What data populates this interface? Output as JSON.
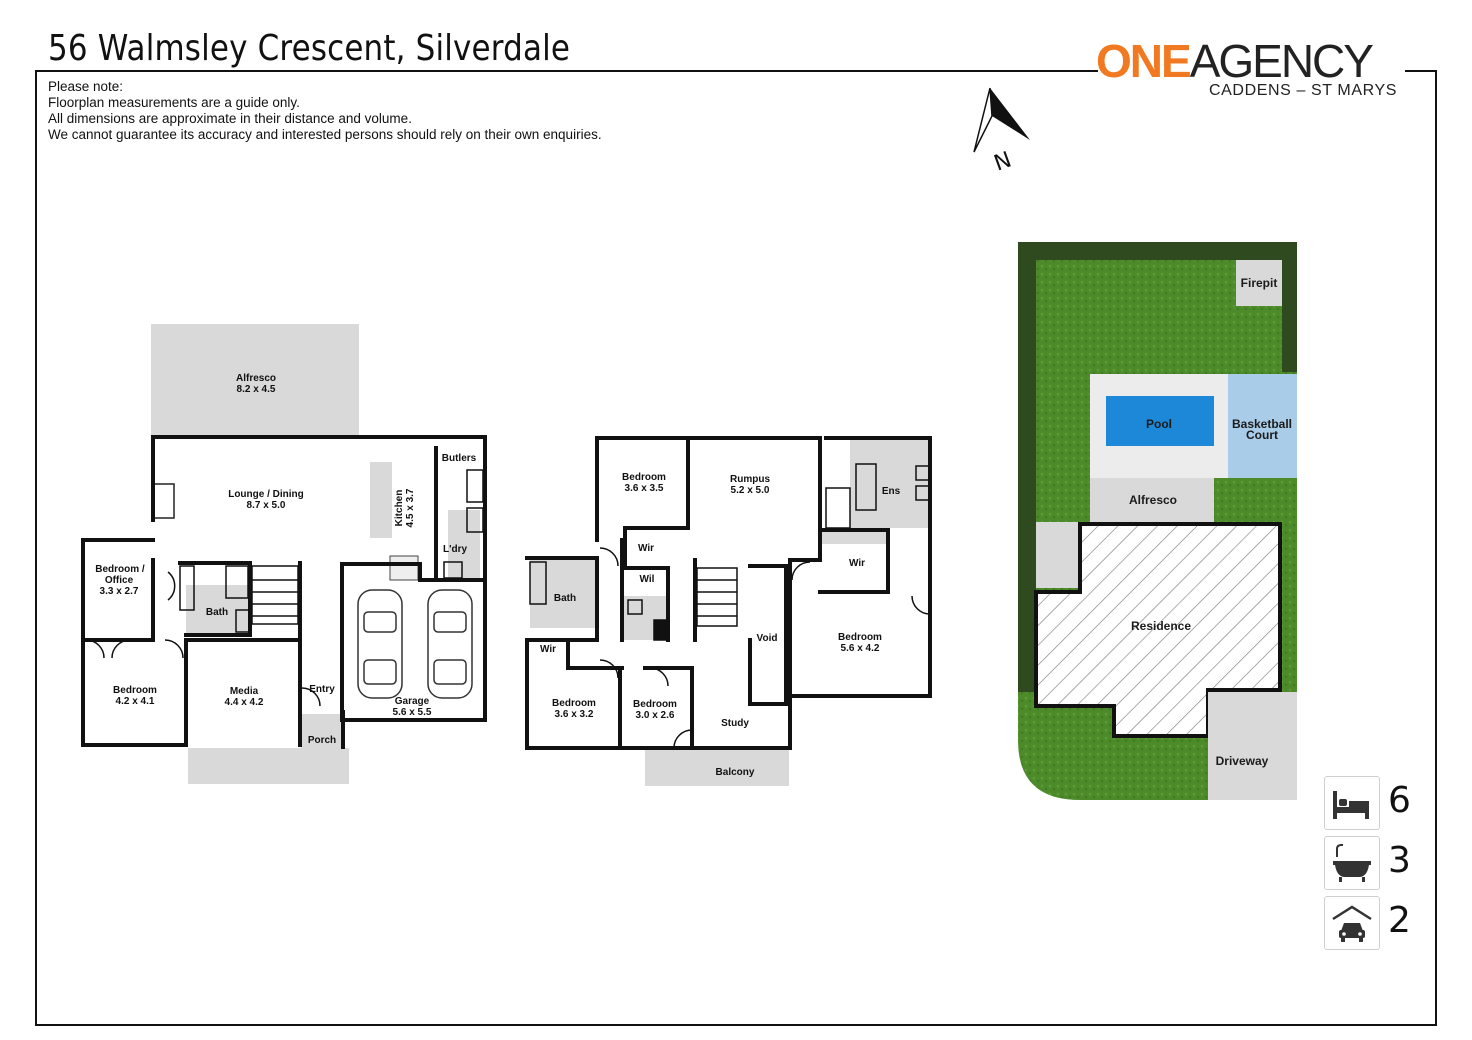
{
  "header": {
    "address": "56 Walmsley Crescent, Silverdale"
  },
  "notes": {
    "line1": "Please note:",
    "line2": "Floorplan measurements are a guide only.",
    "line3": "All dimensions are approximate in their distance and volume.",
    "line4": "We cannot guarantee its accuracy and interested persons should rely on their own enquiries."
  },
  "logo": {
    "word1": "ONE",
    "word2": "AGENCY",
    "subtitle": "CADDENS – ST MARYS",
    "brand_color": "#f07921"
  },
  "compass": {
    "letter": "N"
  },
  "ground_floor": {
    "alfresco": [
      "Alfresco",
      "8.2 x 4.5"
    ],
    "lounge": [
      "Lounge / Dining",
      "8.7 x 5.0"
    ],
    "butlers": "Butlers",
    "kitchen": [
      "Kitchen",
      "4.5 x 3.7"
    ],
    "laundry": "L'dry",
    "bedroom_office": [
      "Bedroom /",
      "Office",
      "3.3 x 2.7"
    ],
    "bath": "Bath",
    "bedroom": [
      "Bedroom",
      "4.2 x 4.1"
    ],
    "media": [
      "Media",
      "4.4 x 4.2"
    ],
    "entry": "Entry",
    "garage": [
      "Garage",
      "5.6 x 5.5"
    ],
    "porch": "Porch"
  },
  "first_floor": {
    "bedroom1": [
      "Bedroom",
      "3.6 x 3.5"
    ],
    "rumpus": [
      "Rumpus",
      "5.2 x 5.0"
    ],
    "ens": "Ens",
    "wir_a": "Wir",
    "wil": "Wil",
    "wir_b": "Wir",
    "bath": "Bath",
    "wir_c": "Wir",
    "void": "Void",
    "bedroom_master": [
      "Bedroom",
      "5.6 x 4.2"
    ],
    "bedroom2": [
      "Bedroom",
      "3.6 x 3.2"
    ],
    "bedroom3": [
      "Bedroom",
      "3.0 x 2.6"
    ],
    "study": "Study",
    "balcony": "Balcony"
  },
  "site_plan": {
    "firepit": "Firepit",
    "pool": "Pool",
    "basketball": [
      "Basketball",
      "Court"
    ],
    "alfresco": "Alfresco",
    "residence": "Residence",
    "driveway": "Driveway",
    "grass_color": "#4d8a2a",
    "pool_color": "#1e88d8"
  },
  "stats": {
    "bedrooms": "6",
    "bathrooms": "3",
    "garages": "2"
  }
}
